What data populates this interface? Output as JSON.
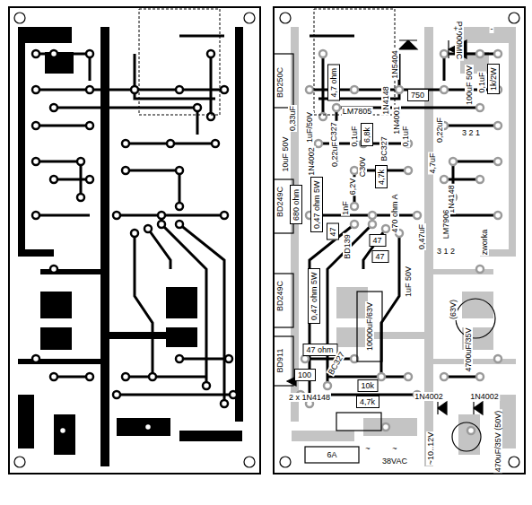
{
  "diagram": {
    "nodes": [
      {
        "text": [
          "4,7 ohm"
        ]
      },
      {
        "text": [
          "1k/2W"
        ]
      },
      {
        "text": [
          "750"
        ]
      },
      {
        "text": [
          "6,8k"
        ]
      },
      {
        "text": [
          "4,7k"
        ]
      },
      {
        "text": [
          "680 ohm"
        ]
      },
      {
        "text": [
          "0,47 ohm 5W"
        ]
      },
      {
        "text": [
          "47"
        ]
      },
      {
        "text": [
          "47"
        ]
      },
      {
        "text": [
          "47"
        ]
      },
      {
        "text": [
          "0,47 ohm 5W"
        ]
      },
      {
        "text": [
          "47 ohm"
        ]
      },
      {
        "text": [
          "100"
        ]
      },
      {
        "text": [
          "10k"
        ]
      },
      {
        "text": [
          "4,7k"
        ]
      }
    ],
    "labels": [
      "P1000MIC",
      "1N5404",
      "BD250C",
      "+",
      "-",
      "100uF 50V",
      "0,1uF",
      "1N4148",
      "LM7805",
      "0,33uF",
      "1uF/50V",
      "0,1uF",
      "BC327",
      "1N4001",
      "BC327",
      "0,1uF",
      "0,22uF",
      "3 2 1",
      "10uF 50V",
      "1N4002",
      "0,22uF",
      "C30V",
      "6,2V",
      "4,7uF",
      "1N4148",
      "LM7906",
      "3 1 2",
      "BD249C",
      "1nF",
      "470 ohm A",
      "0,47uF",
      "zworka",
      "BD139",
      "1uF 50V",
      "BD249C",
      "10000uF/63V",
      "(63V)",
      "4700uF/35V",
      "BD911",
      "BC327",
      "2 x 1N4148",
      "1N4002",
      "1N4002",
      "6A",
      "~",
      "~",
      "38VAC",
      "~10..12V",
      "470uF/35V (50V)"
    ]
  }
}
